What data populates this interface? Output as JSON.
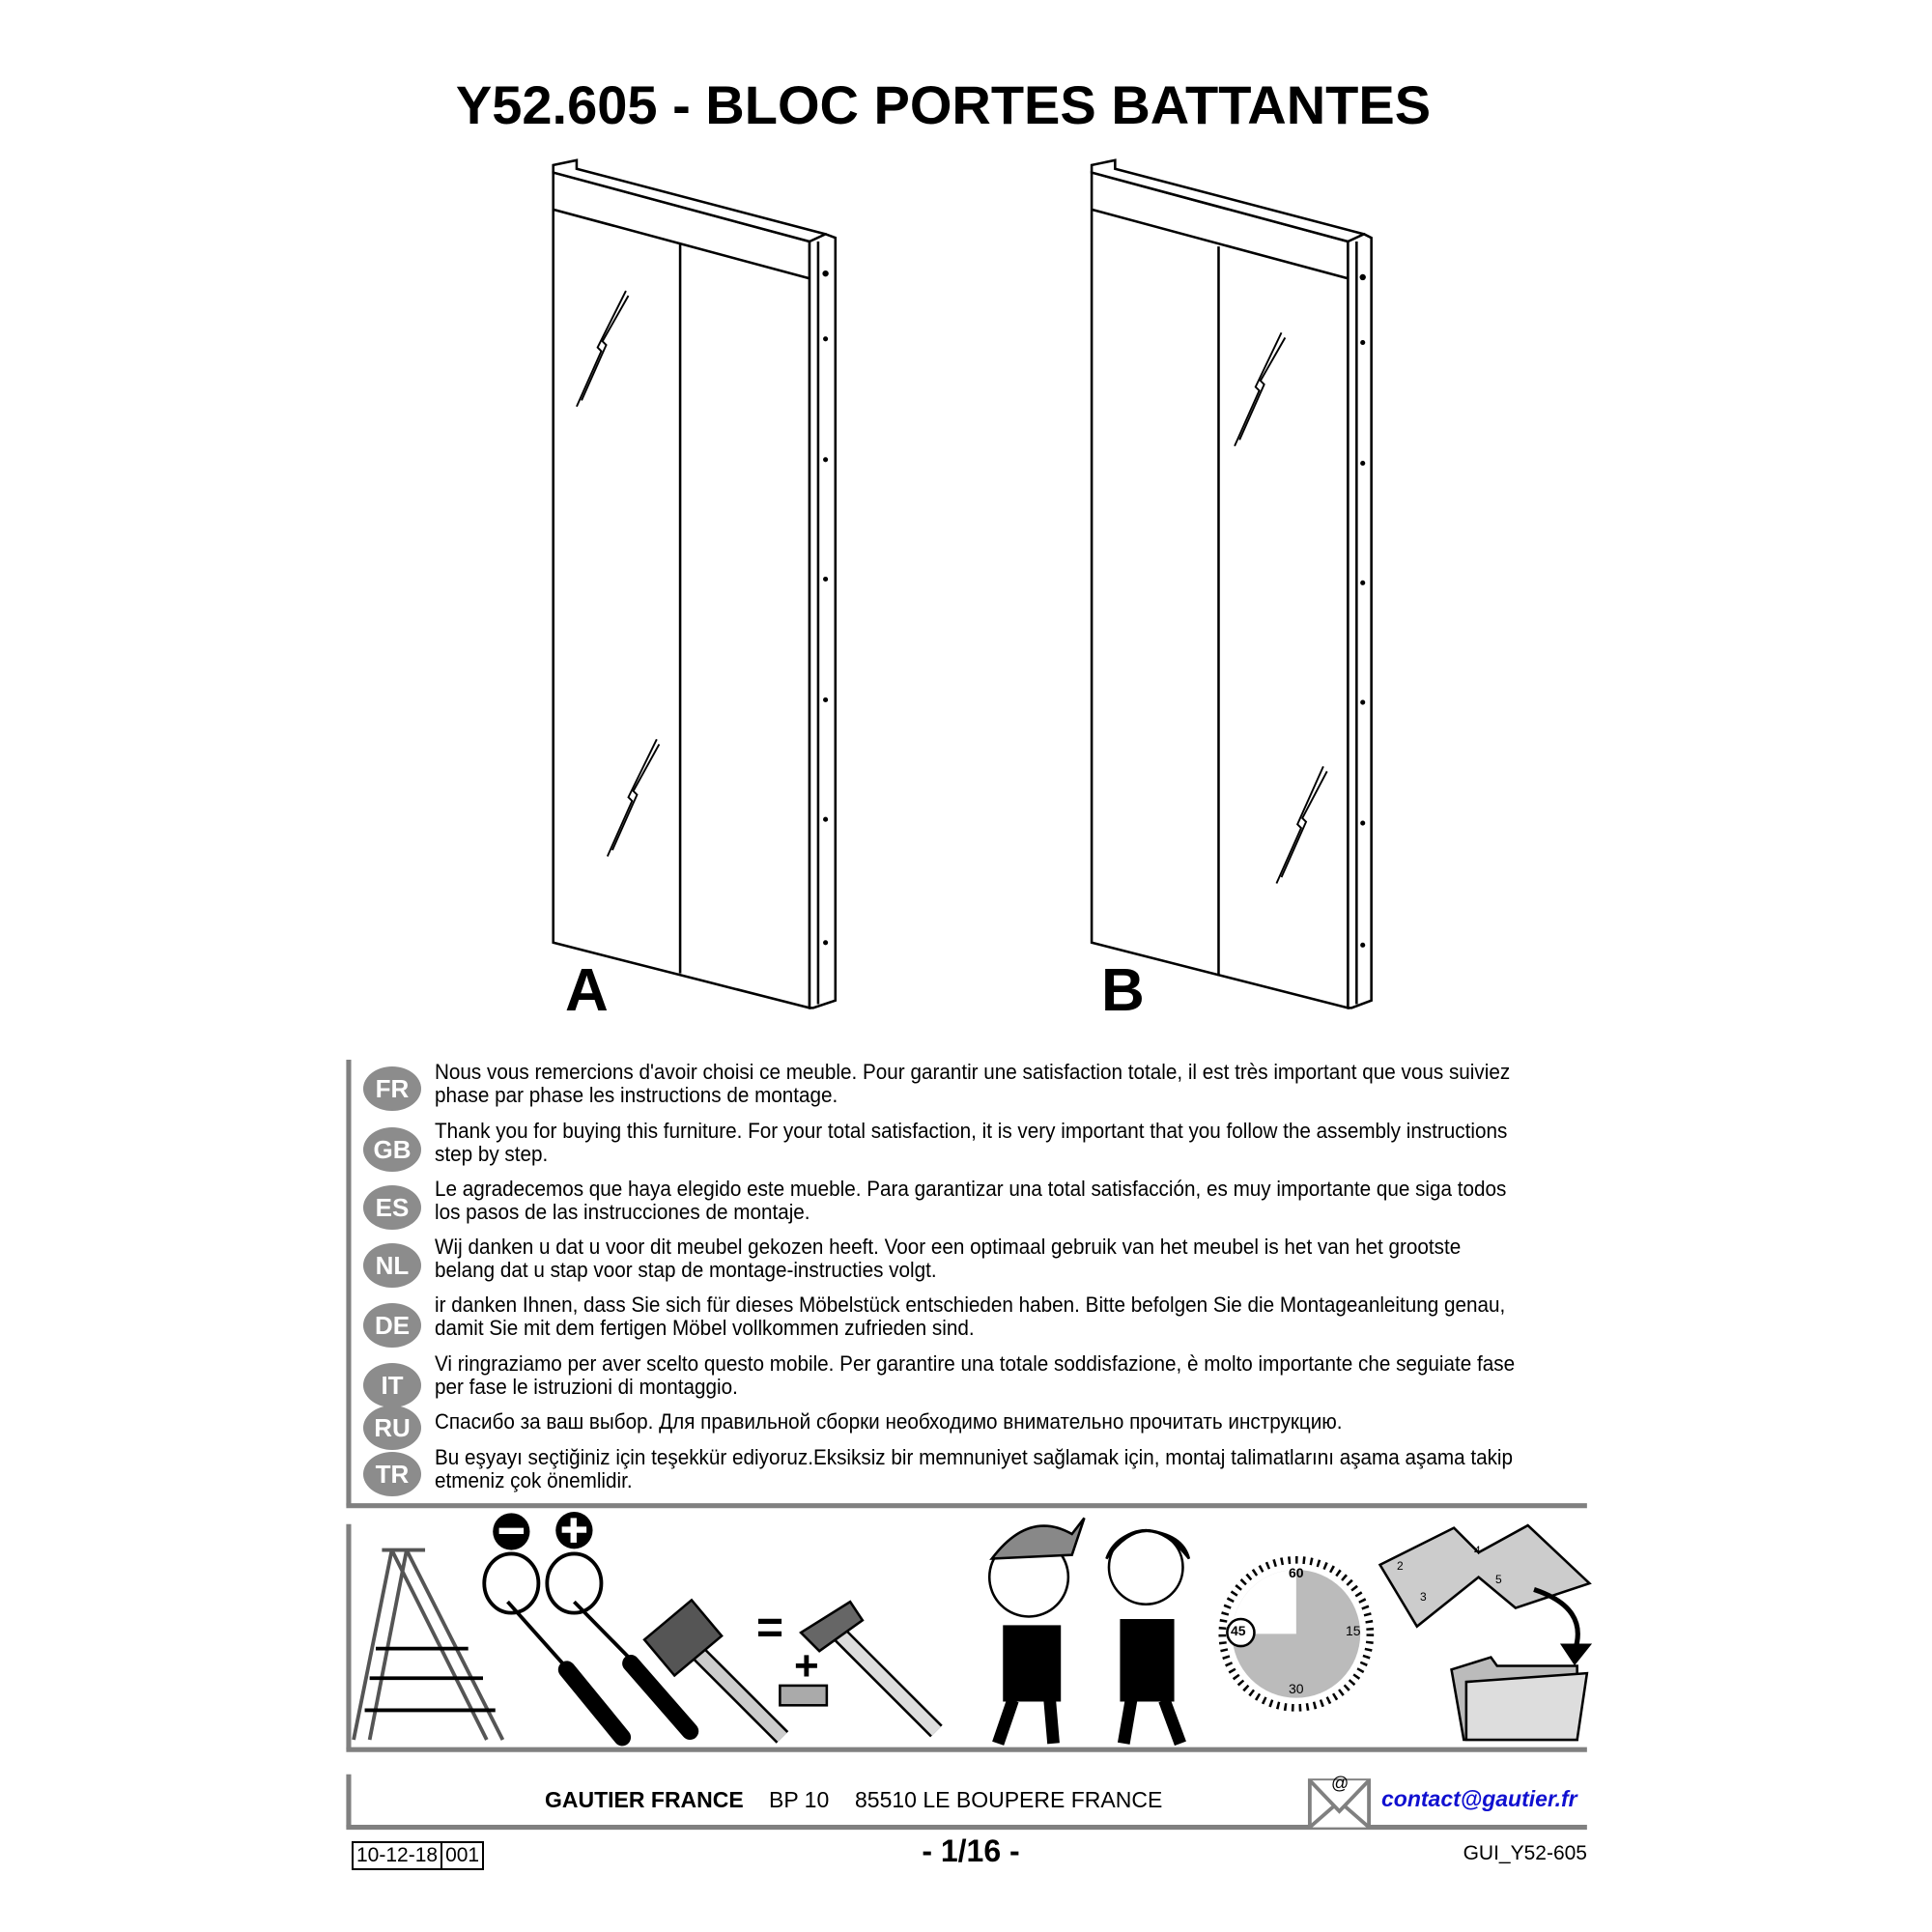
{
  "title": "Y52.605 - BLOC PORTES BATTANTES",
  "variants": [
    {
      "label": "A"
    },
    {
      "label": "B"
    }
  ],
  "languages": [
    {
      "code": "FR",
      "text": "Nous vous remercions d'avoir choisi ce meuble. Pour garantir une satisfaction totale, il est très important que vous suiviez phase par phase les instructions de montage."
    },
    {
      "code": "GB",
      "text": "Thank you for buying this furniture. For your total satisfaction, it is very important that you follow the assembly instructions step by step."
    },
    {
      "code": "ES",
      "text": "Le agradecemos que haya elegido este mueble. Para garantizar una total satisfacción, es muy importante que siga todos los pasos de las instrucciones de montaje."
    },
    {
      "code": "NL",
      "text": "Wij danken u dat u voor dit meubel gekozen heeft. Voor een optimaal gebruik van het meubel is het van het grootste belang dat u stap voor stap de montage-instructies volgt."
    },
    {
      "code": "DE",
      "text": "ir danken Ihnen, dass Sie sich für dieses Möbelstück entschieden haben. Bitte befolgen Sie die Montageanleitung genau, damit Sie mit dem fertigen Möbel vollkommen zufrieden sind."
    },
    {
      "code": "IT",
      "text": "Vi ringraziamo per aver scelto questo mobile. Per garantire una totale soddisfazione, è molto importante che seguiate fase per fase le istruzioni di montaggio."
    },
    {
      "code": "RU",
      "text": "Спасибо за ваш выбор. Для правильной сборки необходимо внимательно прочитать инструкцию."
    },
    {
      "code": "TR",
      "text": "Bu eşyayı seçtiğiniz için teşekkür ediyoruz.Eksiksiz bir memnuniyet sağlamak için, montaj talimatlarını aşama aşama takip etmeniz çok önemlidir."
    }
  ],
  "tools": {
    "minus_symbol": "−",
    "plus_symbol": "+",
    "equals_symbol": "=",
    "anvil_plus": "+",
    "clock_marks": [
      "60",
      "15",
      "30",
      "45"
    ],
    "book_pages": [
      "2",
      "4",
      "3",
      "5"
    ]
  },
  "footer": {
    "company": "GAUTIER FRANCE",
    "bp": "BP 10",
    "address": "85510 LE BOUPERE FRANCE",
    "email_symbol": "@",
    "email": "contact@gautier.fr",
    "date": "10-12-18",
    "revision": "001",
    "page": "-  1/16  -",
    "doc_code": "GUI_Y52-605"
  },
  "colors": {
    "badge": "#8c8c8c",
    "rule": "#808080",
    "email": "#1010d0"
  }
}
